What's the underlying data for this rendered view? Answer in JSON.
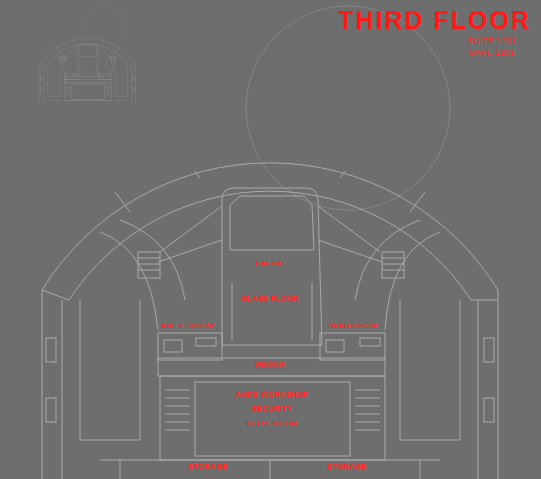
{
  "diagram": {
    "title": "THIRD FLOOR",
    "labels": [
      "SUITE 1201",
      "SAVE 1201",
      "RAILING",
      "GLASS FLOOR",
      "AVE'S 'ROOM'",
      "'WAR-ROOM'",
      "WINDOW",
      "AVE'S WORKSHOP",
      "SECURITY",
      "BLU'S ROOM",
      "STORAGE",
      "STORAGE"
    ]
  }
}
